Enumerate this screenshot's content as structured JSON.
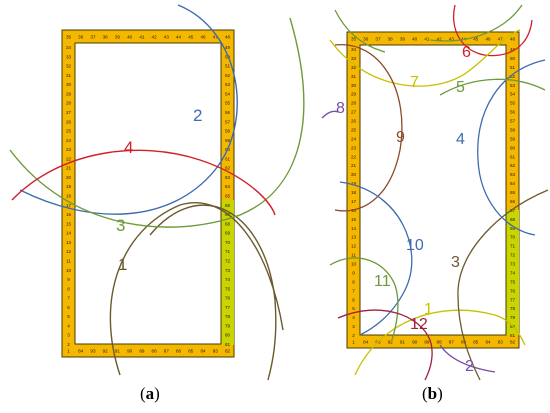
{
  "colors": {
    "frame_fill": "#F5B800",
    "frame_edge": "#4a3a00",
    "frame_green": "#C9D400",
    "tick_text": "#2a2000"
  },
  "panel_a": {
    "caption_open": "(",
    "caption_letter": "a",
    "caption_close": ")",
    "top": [
      "35",
      "36",
      "37",
      "38",
      "39",
      "40",
      "41",
      "42",
      "43",
      "44",
      "45",
      "46",
      "47",
      "48"
    ],
    "left": [
      "34",
      "33",
      "32",
      "31",
      "30",
      "29",
      "28",
      "27",
      "26",
      "25",
      "24",
      "23",
      "22",
      "21",
      "20",
      "19",
      "18",
      "17",
      "16",
      "15",
      "14",
      "13",
      "12",
      "11",
      "10",
      "9",
      "8",
      "7",
      "6",
      "5",
      "4",
      "3",
      "2"
    ],
    "right": [
      "49",
      "50",
      "51",
      "52",
      "53",
      "54",
      "55",
      "56",
      "57",
      "58",
      "59",
      "60",
      "61",
      "62",
      "63",
      "64",
      "65",
      "66",
      "67",
      "68",
      "69",
      "70",
      "71",
      "72",
      "73",
      "74",
      "75",
      "76",
      "77",
      "78",
      "79",
      "80",
      "81"
    ],
    "bottom": [
      "1",
      "84",
      "93",
      "92",
      "91",
      "90",
      "89",
      "88",
      "87",
      "86",
      "85",
      "84",
      "83",
      "82"
    ],
    "arcs": [
      {
        "label": "1",
        "color": "#6B5A2E"
      },
      {
        "label": "2",
        "color": "#3D6BB0"
      },
      {
        "label": "3",
        "color": "#6D9A3A"
      },
      {
        "label": "4",
        "color": "#D0202A"
      }
    ]
  },
  "panel_b": {
    "caption_open": "(",
    "caption_letter": "b",
    "caption_close": ")",
    "top": [
      "35",
      "36",
      "37",
      "38",
      "39",
      "40",
      "41",
      "42",
      "43",
      "44",
      "45",
      "46",
      "47",
      "48"
    ],
    "left": [
      "34",
      "33",
      "32",
      "31",
      "30",
      "29",
      "28",
      "27",
      "26",
      "25",
      "24",
      "23",
      "22",
      "21",
      "20",
      "19",
      "18",
      "17",
      "16",
      "15",
      "14",
      "13",
      "12",
      "11",
      "10",
      "9",
      "8",
      "7",
      "6",
      "5",
      "4",
      "3",
      "2"
    ],
    "right": [
      "49",
      "50",
      "51",
      "52",
      "53",
      "54",
      "55",
      "56",
      "57",
      "58",
      "59",
      "60",
      "61",
      "62",
      "63",
      "64",
      "65",
      "66",
      "67",
      "68",
      "69",
      "70",
      "71",
      "72",
      "73",
      "74",
      "75",
      "76",
      "77",
      "78",
      "79",
      "80",
      "81"
    ],
    "bottom": [
      "1",
      "84",
      "93",
      "92",
      "91",
      "90",
      "89",
      "88",
      "87",
      "86",
      "85",
      "84",
      "83",
      "82"
    ],
    "arcs": [
      {
        "label": "1",
        "color": "#C8C000"
      },
      {
        "label": "2",
        "color": "#7A4EA8"
      },
      {
        "label": "3",
        "color": "#6B5A2E"
      },
      {
        "label": "4",
        "color": "#3D6BB0"
      },
      {
        "label": "5",
        "color": "#6D9A3A"
      },
      {
        "label": "6",
        "color": "#D0202A"
      },
      {
        "label": "7",
        "color": "#C8C000"
      },
      {
        "label": "8",
        "color": "#7A4EA8"
      },
      {
        "label": "9",
        "color": "#8B4A2A"
      },
      {
        "label": "10",
        "color": "#3D6BB0"
      },
      {
        "label": "11",
        "color": "#6D9A3A"
      },
      {
        "label": "12",
        "color": "#A02040"
      }
    ]
  }
}
